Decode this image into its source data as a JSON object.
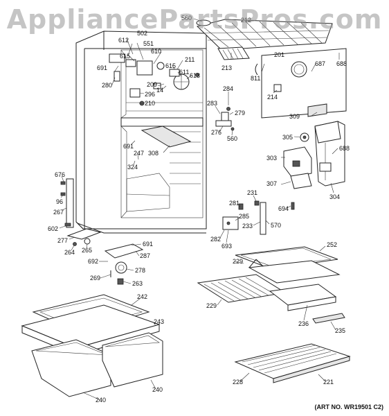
{
  "watermark": "AppliancePartsPros.com",
  "art_number": "(ART NO. WR19501 C2)",
  "callouts": [
    {
      "id": "c-560a",
      "text": "560"
    },
    {
      "id": "c-212",
      "text": "212"
    },
    {
      "id": "c-502",
      "text": "502"
    },
    {
      "id": "c-612",
      "text": "612"
    },
    {
      "id": "c-551",
      "text": "551"
    },
    {
      "id": "c-615a",
      "text": "615"
    },
    {
      "id": "c-610",
      "text": "610"
    },
    {
      "id": "c-691a",
      "text": "691"
    },
    {
      "id": "c-211",
      "text": "211"
    },
    {
      "id": "c-615b",
      "text": "615"
    },
    {
      "id": "c-611",
      "text": "611"
    },
    {
      "id": "c-613",
      "text": "613"
    },
    {
      "id": "c-209",
      "text": "209"
    },
    {
      "id": "c-14",
      "text": "14"
    },
    {
      "id": "c-280",
      "text": "280"
    },
    {
      "id": "c-296",
      "text": "296"
    },
    {
      "id": "c-210",
      "text": "210"
    },
    {
      "id": "c-213",
      "text": "213"
    },
    {
      "id": "c-201",
      "text": "201"
    },
    {
      "id": "c-811",
      "text": "811"
    },
    {
      "id": "c-687",
      "text": "687"
    },
    {
      "id": "c-688a",
      "text": "688"
    },
    {
      "id": "c-214",
      "text": "214"
    },
    {
      "id": "c-284",
      "text": "284"
    },
    {
      "id": "c-283",
      "text": "283"
    },
    {
      "id": "c-279",
      "text": "279"
    },
    {
      "id": "c-276",
      "text": "276"
    },
    {
      "id": "c-560b",
      "text": "560"
    },
    {
      "id": "c-309",
      "text": "309"
    },
    {
      "id": "c-305",
      "text": "305"
    },
    {
      "id": "c-691b",
      "text": "691"
    },
    {
      "id": "c-247",
      "text": "247"
    },
    {
      "id": "c-308",
      "text": "308"
    },
    {
      "id": "c-324",
      "text": "324"
    },
    {
      "id": "c-303",
      "text": "303"
    },
    {
      "id": "c-688b",
      "text": "688"
    },
    {
      "id": "c-307",
      "text": "307"
    },
    {
      "id": "c-304",
      "text": "304"
    },
    {
      "id": "c-676",
      "text": "676"
    },
    {
      "id": "c-96",
      "text": "96"
    },
    {
      "id": "c-267",
      "text": "267"
    },
    {
      "id": "c-231",
      "text": "231"
    },
    {
      "id": "c-281",
      "text": "281"
    },
    {
      "id": "c-285",
      "text": "285"
    },
    {
      "id": "c-694",
      "text": "694"
    },
    {
      "id": "c-233",
      "text": "233"
    },
    {
      "id": "c-570",
      "text": "570"
    },
    {
      "id": "c-602",
      "text": "602"
    },
    {
      "id": "c-277",
      "text": "277"
    },
    {
      "id": "c-282",
      "text": "282"
    },
    {
      "id": "c-693",
      "text": "693"
    },
    {
      "id": "c-265",
      "text": "265"
    },
    {
      "id": "c-264",
      "text": "264"
    },
    {
      "id": "c-691c",
      "text": "691"
    },
    {
      "id": "c-287",
      "text": "287"
    },
    {
      "id": "c-692",
      "text": "692"
    },
    {
      "id": "c-278",
      "text": "278"
    },
    {
      "id": "c-269",
      "text": "269"
    },
    {
      "id": "c-263",
      "text": "263"
    },
    {
      "id": "c-252",
      "text": "252"
    },
    {
      "id": "c-229a",
      "text": "229"
    },
    {
      "id": "c-229b",
      "text": "229"
    },
    {
      "id": "c-236",
      "text": "236"
    },
    {
      "id": "c-235",
      "text": "235"
    },
    {
      "id": "c-242",
      "text": "242"
    },
    {
      "id": "c-243",
      "text": "243"
    },
    {
      "id": "c-240a",
      "text": "240"
    },
    {
      "id": "c-240b",
      "text": "240"
    },
    {
      "id": "c-228",
      "text": "228"
    },
    {
      "id": "c-221",
      "text": "221"
    }
  ]
}
